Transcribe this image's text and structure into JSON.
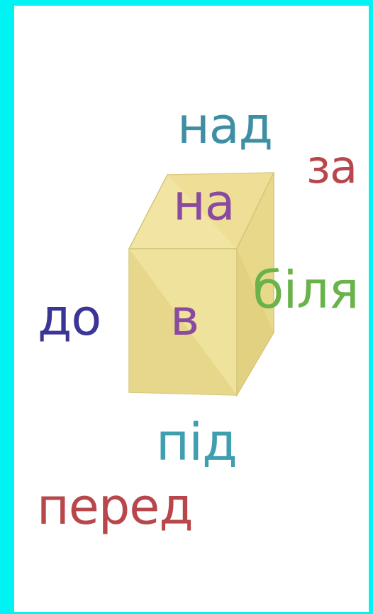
{
  "words": {
    "nad": {
      "text": "над",
      "color": "#3e8fa3"
    },
    "za": {
      "text": "за",
      "color": "#b8474c"
    },
    "na": {
      "text": "на",
      "color": "#8a4aa0"
    },
    "bilya": {
      "text": "біля",
      "color": "#6ab24a"
    },
    "do": {
      "text": "до",
      "color": "#3b3596"
    },
    "v": {
      "text": "в",
      "color": "#8a4aa0"
    },
    "pid": {
      "text": "під",
      "color": "#3f9fb0"
    },
    "pered": {
      "text": "перед",
      "color": "#b8474c"
    }
  },
  "colors": {
    "frame": "#00f2f2",
    "panel": "#ffffff",
    "cube_top": "#f0e2a0",
    "cube_front": "#ede097",
    "cube_side": "#e6d888"
  }
}
